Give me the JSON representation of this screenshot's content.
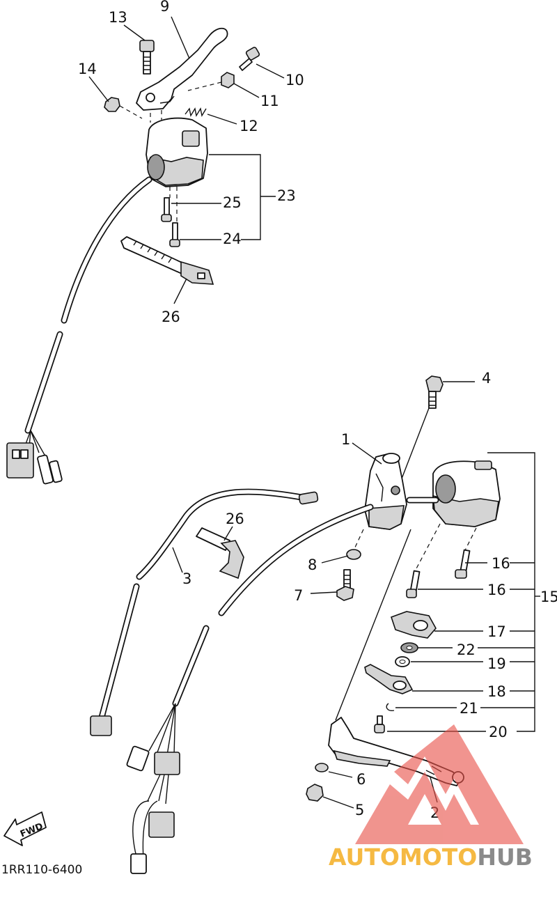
{
  "diagram": {
    "code": "1RR110-6400",
    "fwd_label": "FWD",
    "callouts": [
      "9",
      "13",
      "14",
      "10",
      "11",
      "12",
      "23",
      "25",
      "24",
      "26",
      "4",
      "1",
      "26",
      "3",
      "8",
      "7",
      "16",
      "16",
      "15",
      "17",
      "22",
      "19",
      "18",
      "21",
      "20",
      "6",
      "2",
      "5"
    ]
  },
  "watermark": {
    "word_a": "AUTOMOTO",
    "word_b": "HUB",
    "color_a": "#f5b942",
    "color_b": "#8a8a8a",
    "logo_color": "#e8534a"
  }
}
